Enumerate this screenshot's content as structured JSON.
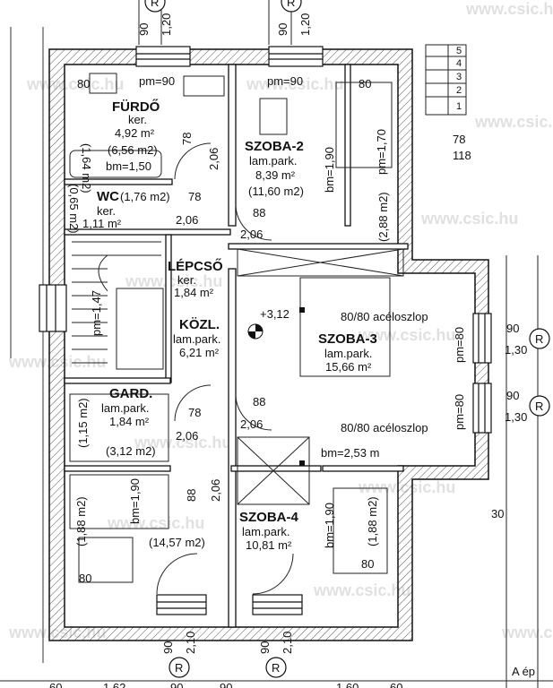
{
  "watermark": "www.csic.hu",
  "rooms": {
    "furdo": {
      "name": "FÜRDŐ",
      "floor": "ker.",
      "area": "4,92 m²",
      "area2": "(6,56 m2)"
    },
    "wc": {
      "name": "WC",
      "area_alt": "(1,76 m2)",
      "floor": "ker.",
      "area": "1,11 m²"
    },
    "lepcso": {
      "name": "LÉPCSŐ",
      "floor": "ker.",
      "area": "1,84 m²"
    },
    "kozl": {
      "name": "KÖZL.",
      "floor": "lam.park.",
      "area": "6,21 m²"
    },
    "gard": {
      "name": "GARD.",
      "floor": "lam.park.",
      "area": "1,84 m²",
      "area2": "(3,12 m2)"
    },
    "szoba2": {
      "name": "SZOBA-2",
      "floor": "lam.park.",
      "area": "8,39 m²",
      "area2": "(11,60 m2)"
    },
    "szoba3": {
      "name": "SZOBA-3",
      "floor": "lam.park.",
      "area": "15,66 m²"
    },
    "szoba4": {
      "name": "SZOBA-4",
      "floor": "lam.park.",
      "area": "10,81 m²",
      "area2": "(14,57 m2)"
    }
  },
  "labels": {
    "pm90_a": "pm=90",
    "pm90_b": "pm=90",
    "pm80_a": "pm=80",
    "pm80_b": "pm=80",
    "pm147": "pm=1,47",
    "pm170": "pm=1,70",
    "bm190_a": "bm=1,90",
    "bm190_b": "bm=1,90",
    "bm190_c": "bm=1,90",
    "bm150": "bm=1,50",
    "bm253": "bm=2,53 m",
    "steel_a": "80/80 acéloszlop",
    "steel_b": "80/80 acéloszlop",
    "level": "+3,12",
    "d80_a": "80",
    "d80_b": "80",
    "d80_c": "80",
    "d80_d": "80",
    "d78_a": "78",
    "d78_b": "78",
    "d78_c": "78",
    "d118": "118",
    "d88_a": "88",
    "d88_b": "88",
    "d88_c": "88",
    "d206_a": "2,06",
    "d206_b": "2,06",
    "d206_c": "2,06",
    "d206_d": "2,06",
    "d206_e": "2,06",
    "d206_f": "2,06",
    "d90_a": "90",
    "d90_b": "90",
    "d90_c": "90",
    "d90_d": "90",
    "d90_e": "90",
    "d90_f": "90",
    "d120_a": "1,20",
    "d120_b": "1,20",
    "d130_a": "1,30",
    "d130_b": "1,30",
    "d210_a": "2,10",
    "d210_b": "2,10",
    "a164": "(1,64 m2)",
    "a065": "(0,65 m2)",
    "a288": "(2,88 m2)",
    "a115": "(1,15 m2)",
    "a188_a": "(1,88 m2)",
    "a188_b": "(1,88 m2)",
    "d30": "30",
    "R": "R",
    "stair_nums": [
      "5",
      "4",
      "3",
      "2",
      "1"
    ],
    "bottom_text": "A ép",
    "bottom_dims": [
      "60",
      "1,62",
      "90",
      "90",
      "1,60",
      "60"
    ]
  }
}
